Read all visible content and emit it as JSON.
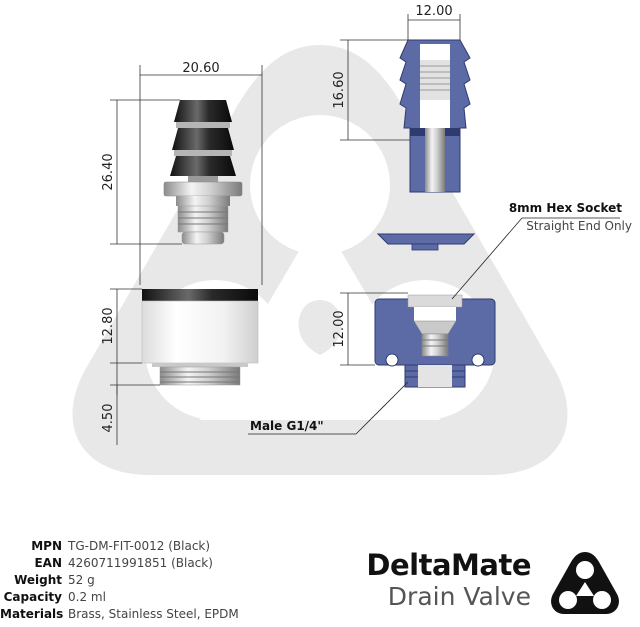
{
  "dimensions": {
    "left_width": "20.60",
    "left_height_top": "26.40",
    "left_height_mid": "12.80",
    "left_height_thread": "4.50",
    "right_width": "12.00",
    "right_height_top": "16.60",
    "right_height_bottom": "12.00"
  },
  "callouts": {
    "hex_title": "8mm Hex Socket",
    "hex_sub": "Straight End Only",
    "thread": "Male G1/4\""
  },
  "specs": [
    {
      "label": "MPN",
      "value": "TG-DM-FIT-0012 (Black)"
    },
    {
      "label": "EAN",
      "value": "4260711991851 (Black)"
    },
    {
      "label": "Weight",
      "value": "52 g"
    },
    {
      "label": "Capacity",
      "value": "0.2 ml"
    },
    {
      "label": "Materials",
      "value": "Brass, Stainless Steel, EPDM"
    }
  ],
  "brand": {
    "name": "DeltaMate",
    "product": "Drain Valve"
  },
  "colors": {
    "section": "#5c6aa6",
    "watermark": "#e7e7e7",
    "metal": "#c8c8c8",
    "black_ring": "#1c1c1c"
  }
}
